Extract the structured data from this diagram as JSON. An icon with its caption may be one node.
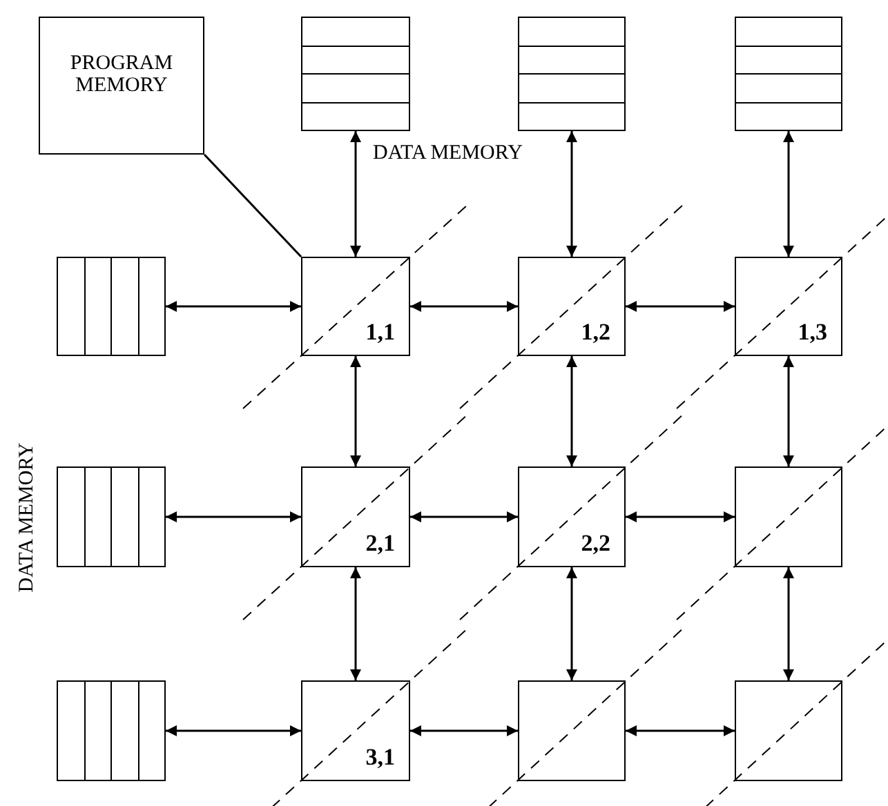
{
  "diagram": {
    "nodes": [
      {
        "text": [
          "PROGRAM MEMORY"
        ]
      },
      {
        "text": [],
        "shape": "box"
      },
      {
        "text": [],
        "shape": "box"
      },
      {
        "text": [],
        "shape": "box"
      },
      {
        "text": [],
        "shape": "box"
      },
      {
        "text": [
          "1,1"
        ]
      },
      {
        "text": [
          "1,2"
        ]
      },
      {
        "text": [
          "1,3"
        ]
      },
      {
        "text": [],
        "shape": "box"
      },
      {
        "text": [
          "2,1"
        ]
      },
      {
        "text": [
          "2,2"
        ]
      },
      {
        "text": [],
        "shape": "box"
      },
      {
        "text": [],
        "shape": "box"
      },
      {
        "text": [
          "3,1"
        ]
      },
      {
        "text": [],
        "shape": "box"
      },
      {
        "text": [],
        "shape": "box"
      }
    ],
    "edges": [
      {
        "from": 0,
        "to": 5,
        "arrow": "none"
      },
      {
        "from": 1,
        "to": 5,
        "arrow": "both"
      },
      {
        "from": 2,
        "to": 6,
        "arrow": "both"
      },
      {
        "from": 3,
        "to": 7,
        "arrow": "both"
      },
      {
        "from": 4,
        "to": 5,
        "arrow": "both"
      },
      {
        "from": 5,
        "to": 6,
        "arrow": "both"
      },
      {
        "from": 6,
        "to": 7,
        "arrow": "both"
      },
      {
        "from": 5,
        "to": 9,
        "arrow": "both"
      },
      {
        "from": 6,
        "to": 10,
        "arrow": "both"
      },
      {
        "from": 7,
        "to": 11,
        "arrow": "both"
      },
      {
        "from": 8,
        "to": 9,
        "arrow": "both"
      },
      {
        "from": 9,
        "to": 10,
        "arrow": "both"
      },
      {
        "from": 10,
        "to": 11,
        "arrow": "both"
      },
      {
        "from": 9,
        "to": 13,
        "arrow": "both"
      },
      {
        "from": 10,
        "to": 14,
        "arrow": "both"
      },
      {
        "from": 11,
        "to": 15,
        "arrow": "both"
      },
      {
        "from": 12,
        "to": 13,
        "arrow": "both"
      },
      {
        "from": 13,
        "to": 14,
        "arrow": "both"
      },
      {
        "from": 14,
        "to": 15,
        "arrow": "both"
      }
    ],
    "labels": [
      "DATA MEMORY",
      "DATA MEMORY"
    ]
  }
}
